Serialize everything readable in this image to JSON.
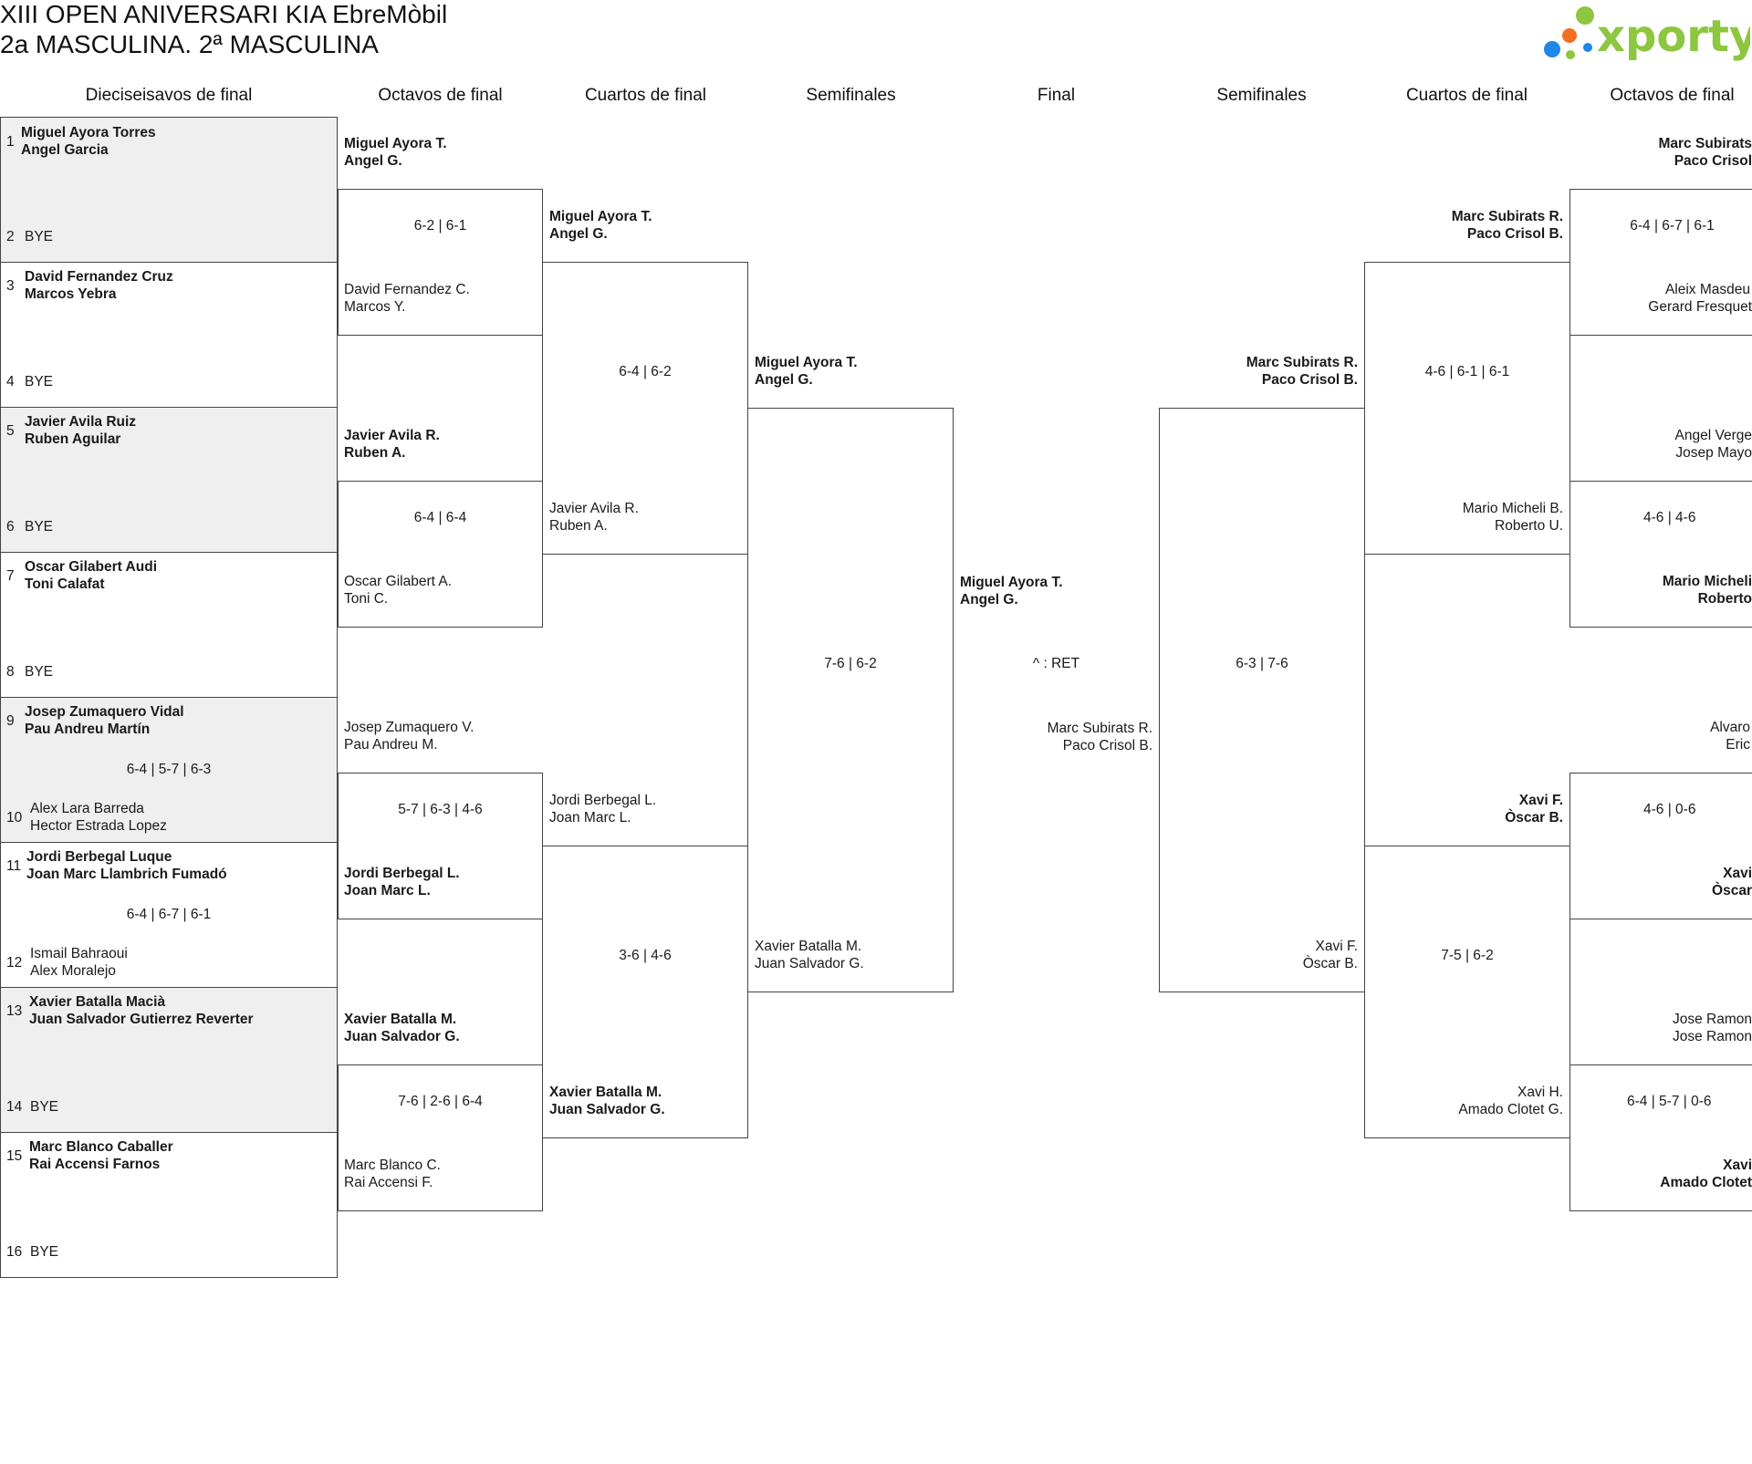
{
  "title_line1": "XIII OPEN ANIVERSARI KIA EbreMòbil",
  "title_line2": "2a MASCULINA. 2ª MASCULINA",
  "logo_text": "xporty",
  "colors": {
    "logo_text": "#8dc63f",
    "logo_blue": "#1e88e5",
    "logo_orange": "#f26f21",
    "logo_green": "#8dc63f",
    "shade": "#efefef"
  },
  "headers": {
    "r32": "Dieciseisavos de final",
    "r16": "Octavos de final",
    "qf": "Cuartos de final",
    "sf": "Semifinales",
    "final": "Final",
    "sf_r": "Semifinales",
    "qf_r": "Cuartos de final",
    "r16_r": "Octavos de final"
  },
  "r32": [
    {
      "seed": "1",
      "p1": "Miguel Ayora Torres",
      "p2": "Angel Garcia"
    },
    {
      "seed": "2",
      "bye": "BYE"
    },
    {
      "seed": "3",
      "p1": "David Fernandez Cruz",
      "p2": "Marcos Yebra"
    },
    {
      "seed": "4",
      "bye": "BYE"
    },
    {
      "seed": "5",
      "p1": "Javier Avila Ruiz",
      "p2": "Ruben Aguilar"
    },
    {
      "seed": "6",
      "bye": "BYE"
    },
    {
      "seed": "7",
      "p1": "Oscar Gilabert Audi",
      "p2": "Toni Calafat"
    },
    {
      "seed": "8",
      "bye": "BYE"
    },
    {
      "seed": "9",
      "p1": "Josep Zumaquero Vidal",
      "p2": "Pau Andreu Martín",
      "score": "6-4 | 5-7 | 6-3"
    },
    {
      "seed": "10",
      "p1": "Alex Lara Barreda",
      "p2": "Hector Estrada Lopez"
    },
    {
      "seed": "11",
      "p1": "Jordi Berbegal Luque",
      "p2": "Joan Marc Llambrich Fumadó",
      "score": "6-4 | 6-7 | 6-1"
    },
    {
      "seed": "12",
      "p1": "Ismail Bahraoui",
      "p2": "Alex Moralejo"
    },
    {
      "seed": "13",
      "p1": "Xavier Batalla Macià",
      "p2": "Juan Salvador Gutierrez Reverter"
    },
    {
      "seed": "14",
      "bye": "BYE"
    },
    {
      "seed": "15",
      "p1": "Marc Blanco Caballer",
      "p2": "Rai Accensi Farnos"
    },
    {
      "seed": "16",
      "bye": "BYE"
    }
  ],
  "r16": [
    {
      "top_p1": "Miguel Ayora T.",
      "top_p2": "Angel G.",
      "score": "6-2 | 6-1",
      "bot_p1": "David Fernandez C.",
      "bot_p2": "Marcos Y."
    },
    {
      "top_p1": "Javier Avila R.",
      "top_p2": "Ruben A.",
      "score": "6-4 | 6-4",
      "bot_p1": "Oscar Gilabert A.",
      "bot_p2": "Toni C."
    },
    {
      "top_p1": "Josep Zumaquero V.",
      "top_p2": "Pau Andreu M.",
      "score": "5-7 | 6-3 | 4-6",
      "bot_p1": "Jordi Berbegal L.",
      "bot_p2": "Joan Marc L."
    },
    {
      "top_p1": "Xavier Batalla M.",
      "top_p2": "Juan Salvador G.",
      "score": "7-6 | 2-6 | 6-4",
      "bot_p1": "Marc Blanco C.",
      "bot_p2": "Rai Accensi F."
    }
  ],
  "qf": [
    {
      "top_p1": "Miguel Ayora T.",
      "top_p2": "Angel G.",
      "score": "6-4 | 6-2",
      "bot_p1": "Javier Avila R.",
      "bot_p2": "Ruben A."
    },
    {
      "top_p1": "Jordi Berbegal L.",
      "top_p2": "Joan Marc L.",
      "score": "3-6 | 4-6",
      "bot_p1": "Xavier Batalla M.",
      "bot_p2": "Juan Salvador G."
    }
  ],
  "sf": {
    "top_p1": "Miguel Ayora T.",
    "top_p2": "Angel G.",
    "score": "7-6 | 6-2",
    "bot_p1": "Xavier Batalla M.",
    "bot_p2": "Juan Salvador G."
  },
  "final": {
    "top_p1": "Miguel Ayora T.",
    "top_p2": "Angel G.",
    "score": "^ : RET",
    "bot_p1": "Marc Subirats R.",
    "bot_p2": "Paco Crisol B."
  },
  "sf_r": {
    "top_p1": "Marc Subirats R.",
    "top_p2": "Paco Crisol B.",
    "score": "6-3 | 7-6",
    "bot_p1": "Xavi F.",
    "bot_p2": "Òscar B."
  },
  "qf_r": [
    {
      "top_p1": "Marc Subirats R.",
      "top_p2": "Paco Crisol B.",
      "score": "4-6 | 6-1 | 6-1",
      "bot_p1": "Mario Micheli B.",
      "bot_p2": "Roberto U."
    },
    {
      "top_p1": "Xavi F.",
      "top_p2": "Òscar B.",
      "score": "7-5 | 6-2",
      "bot_p1": "Xavi H.",
      "bot_p2": "Amado Clotet G."
    }
  ],
  "r16_r": [
    {
      "top_p1": "Marc Subirats",
      "top_p2": "Paco Crisol",
      "score": "6-4 | 6-7 | 6-1",
      "bot_p1": "Aleix Masdeu",
      "bot_p2": "Gerard Fresquet"
    },
    {
      "top_p1": "Angel Verge",
      "top_p2": "Josep Mayo",
      "score": "4-6 | 4-6",
      "bot_p1": "Mario Micheli",
      "bot_p2": "Roberto"
    },
    {
      "top_p1": "Alvaro",
      "top_p2": "Eric",
      "score": "4-6 | 0-6",
      "bot_p1": "Xavi",
      "bot_p2": "Òscar"
    },
    {
      "top_p1": "Jose Ramon",
      "top_p2": "Jose Ramon",
      "score": "6-4 | 5-7 | 0-6",
      "bot_p1": "Xavi",
      "bot_p2": "Amado Clotet"
    }
  ]
}
